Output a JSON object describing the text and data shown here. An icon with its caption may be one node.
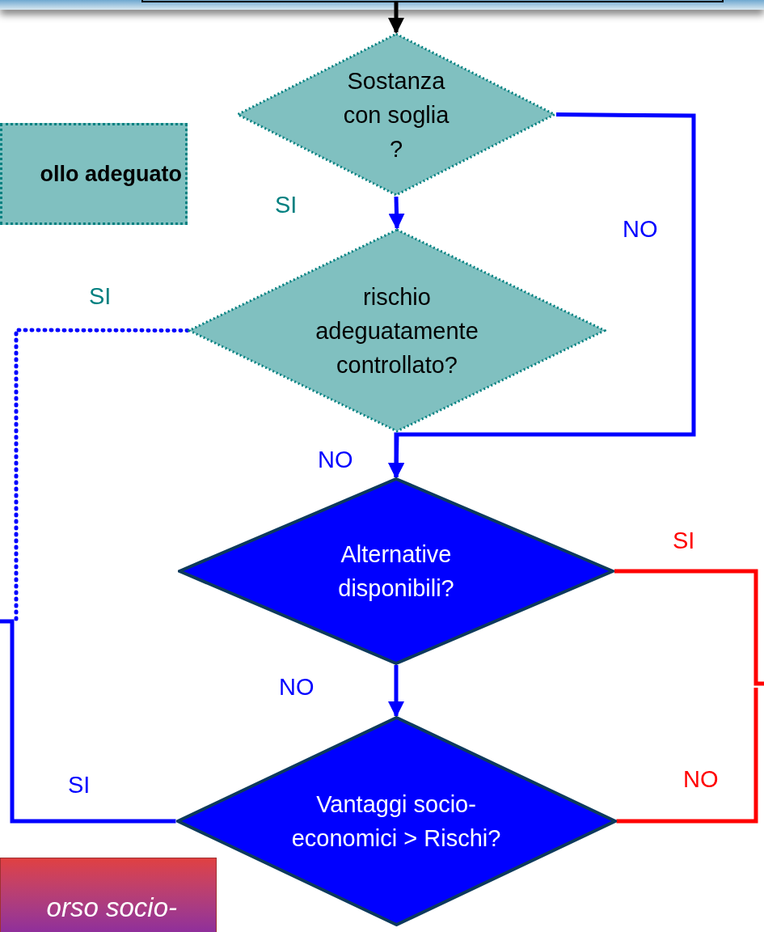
{
  "diagram": {
    "nodes": [
      {
        "text": [],
        "shape": "bar"
      },
      {
        "text": [
          "Sostanza con soglia ?"
        ]
      },
      {
        "text": [
          "ollo adeguato"
        ]
      },
      {
        "text": [
          "rischio adeguatamente controllato?"
        ]
      },
      {
        "text": [
          "Alternative disponibili?"
        ]
      },
      {
        "text": [
          "Vantaggi socio-economici > Rischi?"
        ]
      },
      {
        "text": [
          "orso socio-"
        ]
      }
    ],
    "edges": [
      {
        "from": 0,
        "to": 1,
        "arrow": "to",
        "color": "#000000"
      },
      {
        "from": 1,
        "to": 3,
        "arrow": "to",
        "label": "SI"
      },
      {
        "from": 1,
        "to": 4,
        "arrow": "to",
        "label": "NO"
      },
      {
        "from": 3,
        "to": 4,
        "arrow": "to",
        "label": "NO"
      },
      {
        "from": 3,
        "to": null,
        "arrow": "none",
        "label": "SI",
        "style": "dashed"
      },
      {
        "from": 4,
        "to": 5,
        "arrow": "to",
        "label": "NO"
      },
      {
        "from": 4,
        "to": null,
        "arrow": "none",
        "label": "SI",
        "color": "#ff0000"
      },
      {
        "from": 5,
        "to": null,
        "arrow": "none",
        "label": "NO",
        "color": "#ff0000"
      },
      {
        "from": 5,
        "to": null,
        "arrow": "none",
        "label": "SI"
      }
    ]
  }
}
